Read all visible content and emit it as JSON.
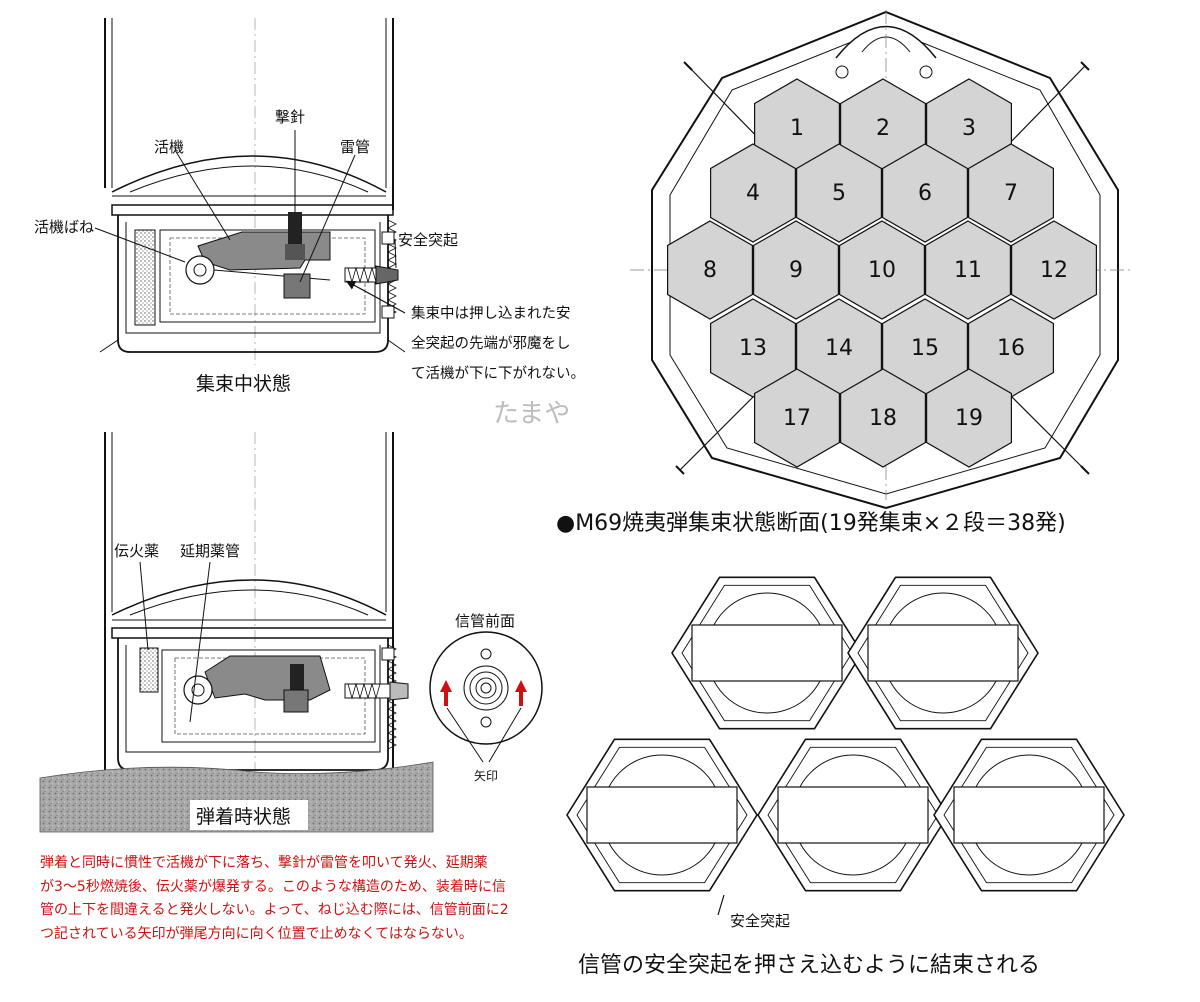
{
  "top_diagram": {
    "labels": {
      "striker": "活機",
      "firing_pin": "撃針",
      "detonator": "雷管",
      "striker_spring": "活機ばね",
      "safety_pin": "安全突起"
    },
    "note_lines": [
      "集束中は押し込まれた安",
      "全突起の先端が邪魔をし",
      "て活機が下に下がれない。"
    ],
    "caption": "集束中状態"
  },
  "watermark": "たまや",
  "bottom_diagram": {
    "labels": {
      "igniter": "伝火薬",
      "delay_tube": "延期薬管"
    },
    "fuze_front_title": "信管前面",
    "arrow_label": "矢印",
    "caption": "弾着時状態"
  },
  "red_note_lines": [
    "弾着と同時に慣性で活機が下に落ち、撃針が雷管を叩いて発火、延期薬",
    "が3〜5秒燃焼後、伝火薬が爆発する。このような構造のため、装着時に信",
    "管の上下を間違えると発火しない。よって、ねじ込む際には、信管前面に2",
    "つ記されている矢印が弾尾方向に向く位置で止めなくてはならない。"
  ],
  "cluster": {
    "numbers": [
      "1",
      "2",
      "3",
      "4",
      "5",
      "6",
      "7",
      "8",
      "9",
      "10",
      "11",
      "12",
      "13",
      "14",
      "15",
      "16",
      "17",
      "18",
      "19"
    ],
    "caption": "●M69焼夷弾集束状態断面(19発集束×２段＝38発)",
    "hex_fill": "#d4d4d4"
  },
  "bundle": {
    "safety_label": "安全突起",
    "caption": "信管の安全突起を押さえ込むように結束される"
  },
  "colors": {
    "red": "#d01010",
    "ground": "#9a9a9a"
  }
}
